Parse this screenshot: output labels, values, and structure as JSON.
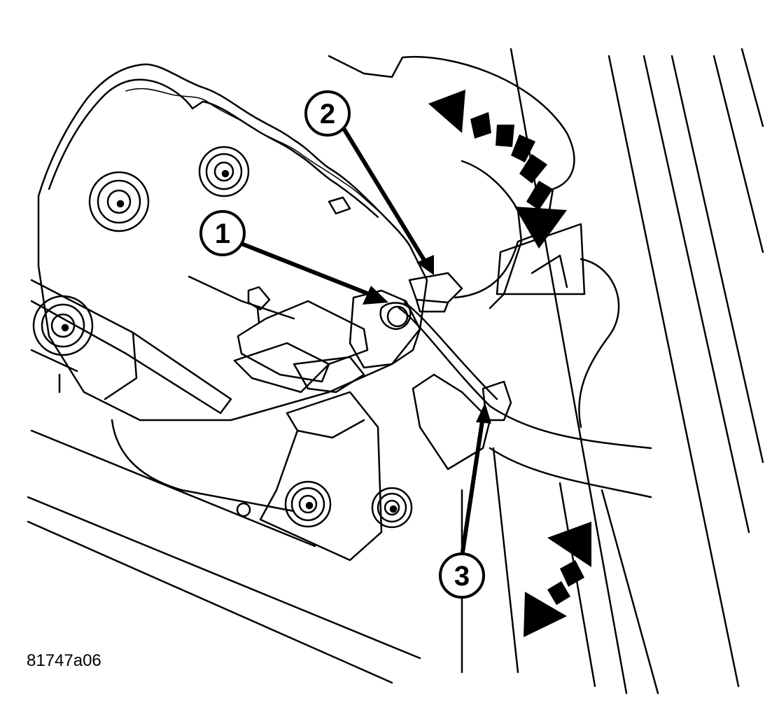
{
  "figure": {
    "id_label": "81747a06",
    "callouts": [
      {
        "number": "1"
      },
      {
        "number": "2"
      },
      {
        "number": "3"
      }
    ]
  },
  "colors": {
    "ink": "#000000",
    "paper": "#ffffff"
  }
}
